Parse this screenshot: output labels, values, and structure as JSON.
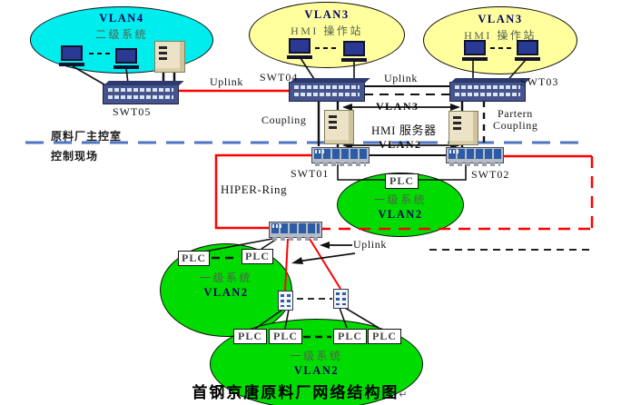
{
  "title": {
    "text": "首钢京唐原料厂网络结构图",
    "return_mark": "↵"
  },
  "zones": {
    "control_room": "原料厂主控室",
    "field": "控制现场"
  },
  "switches": {
    "swt01": "SWT01",
    "swt02": "SWT02",
    "swt03": "SWT03",
    "swt04": "SWT04",
    "swt05": "SWT05"
  },
  "labels": {
    "uplink_top_left": "Uplink",
    "uplink_top_right": "Uplink",
    "uplink_bottom": "Uplink",
    "coupling": "Coupling",
    "partern_line1": "Partern",
    "partern_line2": "Coupling",
    "hiper_ring": "HIPER-Ring",
    "hmi_server": "HMI 服务器",
    "vlan3_link": "VLAN3",
    "vlan2_link": "VLAN2",
    "plc": "PLC"
  },
  "ellipses": {
    "vlan4": {
      "vlan": "VLAN4",
      "system": "二级系统"
    },
    "hmi_left": {
      "vlan": "VLAN3",
      "system": "HMI 操作站"
    },
    "hmi_right": {
      "vlan": "VLAN3",
      "system": "HMI 操作站"
    },
    "plc_mid": {
      "system": "一级系统",
      "vlan": "VLAN2"
    },
    "plc_left": {
      "system": "一级系统",
      "vlan": "VLAN2"
    },
    "plc_bottom": {
      "system": "一级系统",
      "vlan": "VLAN2"
    }
  },
  "colors": {
    "ring_red": "#FF0000",
    "zone_boundary_blue": "#4F74C4",
    "vlan4_fill": "#00EDED",
    "vlan3_fill": "#FFFF9E",
    "vlan2_fill": "#00DC00"
  }
}
